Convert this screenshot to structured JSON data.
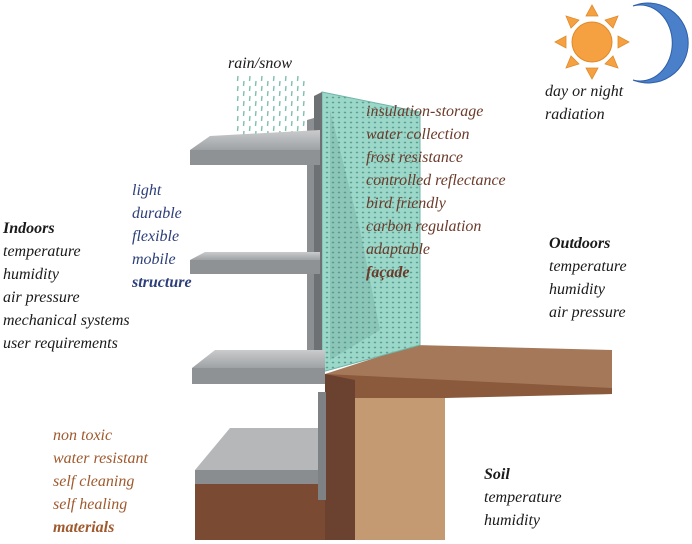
{
  "labels": {
    "rain": "rain/snow",
    "day_night": [
      "day or night",
      "radiation"
    ],
    "facade_props": [
      "insulation-storage",
      "water collection",
      "frost resistance",
      "controlled reflectance",
      "bird friendly",
      "carbon regulation",
      "adaptable"
    ],
    "facade_title": "façade",
    "structure_props": [
      "light",
      "durable",
      "flexible",
      "mobile"
    ],
    "structure_title": "structure",
    "indoors_title": "Indoors",
    "indoors_props": [
      "temperature",
      "humidity",
      "air pressure",
      "mechanical systems",
      "user requirements"
    ],
    "outdoors_title": "Outdoors",
    "outdoors_props": [
      "temperature",
      "humidity",
      "air pressure"
    ],
    "materials_props": [
      "non toxic",
      "water resistant",
      "self cleaning",
      "self healing"
    ],
    "materials_title": "materials",
    "soil_title": "Soil",
    "soil_props": [
      "temperature",
      "humidity"
    ]
  },
  "colors": {
    "sun": "#f5a142",
    "moon": "#4a7fc9",
    "facade": "#8fd3c4",
    "slab": "#a3a5a7",
    "soil": "#8b5a3c",
    "ground_top": "#a6785a",
    "rain": "#7fbfb0"
  },
  "icons": {
    "sun": "sun-icon",
    "moon": "moon-icon"
  }
}
